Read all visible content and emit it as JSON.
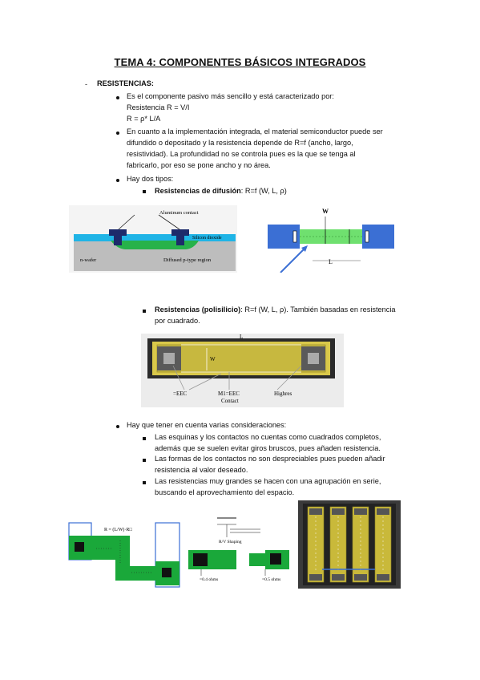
{
  "title": "TEMA 4: COMPONENTES BÁSICOS INTEGRADOS",
  "section": "RESISTENCIAS:",
  "bullets": {
    "b1": [
      "Es el componente pasivo más sencillo y está caracterizado por:",
      "Resistencia R = V/I",
      "R = ρ* L/A"
    ],
    "b2": [
      "En cuanto a la implementación integrada, el material semiconductor puede ser",
      "difundido o depositado y la resistencia depende de R=f (ancho, largo,",
      "resistividad). La profundidad no se controla pues es la que se tenga al",
      "fabricarlo, por eso se pone ancho y no área."
    ],
    "b3": "Hay dos tipos:",
    "sub1_bold": "Resistencias de difusión",
    "sub1_rest": ": R=f (W, L, ρ)",
    "sub2_bold": "Resistencias (polisilicio)",
    "sub2_rest": ": R=f (W, L, ρ). También basadas en resistencia",
    "sub2_line2": "por cuadrado.",
    "b4": "Hay que tener en cuenta varias consideraciones:",
    "c1": [
      "Las esquinas y los contactos no cuentas como cuadrados completos,",
      "además que se suelen evitar giros bruscos, pues añaden resistencia."
    ],
    "c2": [
      "Las formas de los contactos no son despreciables pues pueden añadir",
      "resistencia al valor deseado."
    ],
    "c3": [
      "Las resistencias muy grandes se hacen con una agrupación en serie,",
      "buscando el aprovechamiento del espacio."
    ]
  },
  "figures": {
    "fig1": {
      "label_top": "Aluminum contact",
      "label_oxide": "Silicon dioxide",
      "label_left": "n-wafer",
      "label_right": "Diffused p-type region"
    },
    "fig2": {
      "label_w": "W",
      "label_l": "L"
    },
    "fig3": {
      "label_l": "L",
      "label_w": "W",
      "label_a": "=EEC",
      "label_b": "M1=EEC",
      "label_c": "Contact",
      "label_d": "Highres"
    },
    "fig4": {
      "formula": "R = (L/W)·R□"
    },
    "fig5": {
      "label_top": "R/V Shaping",
      "label_left": "=0.4 ohms",
      "label_right": "=0.5 ohms"
    }
  },
  "colors": {
    "green": "#1aa83a",
    "blue": "#3b6fd4",
    "yellow": "#e8d83a",
    "gray": "#c9c9c9"
  }
}
